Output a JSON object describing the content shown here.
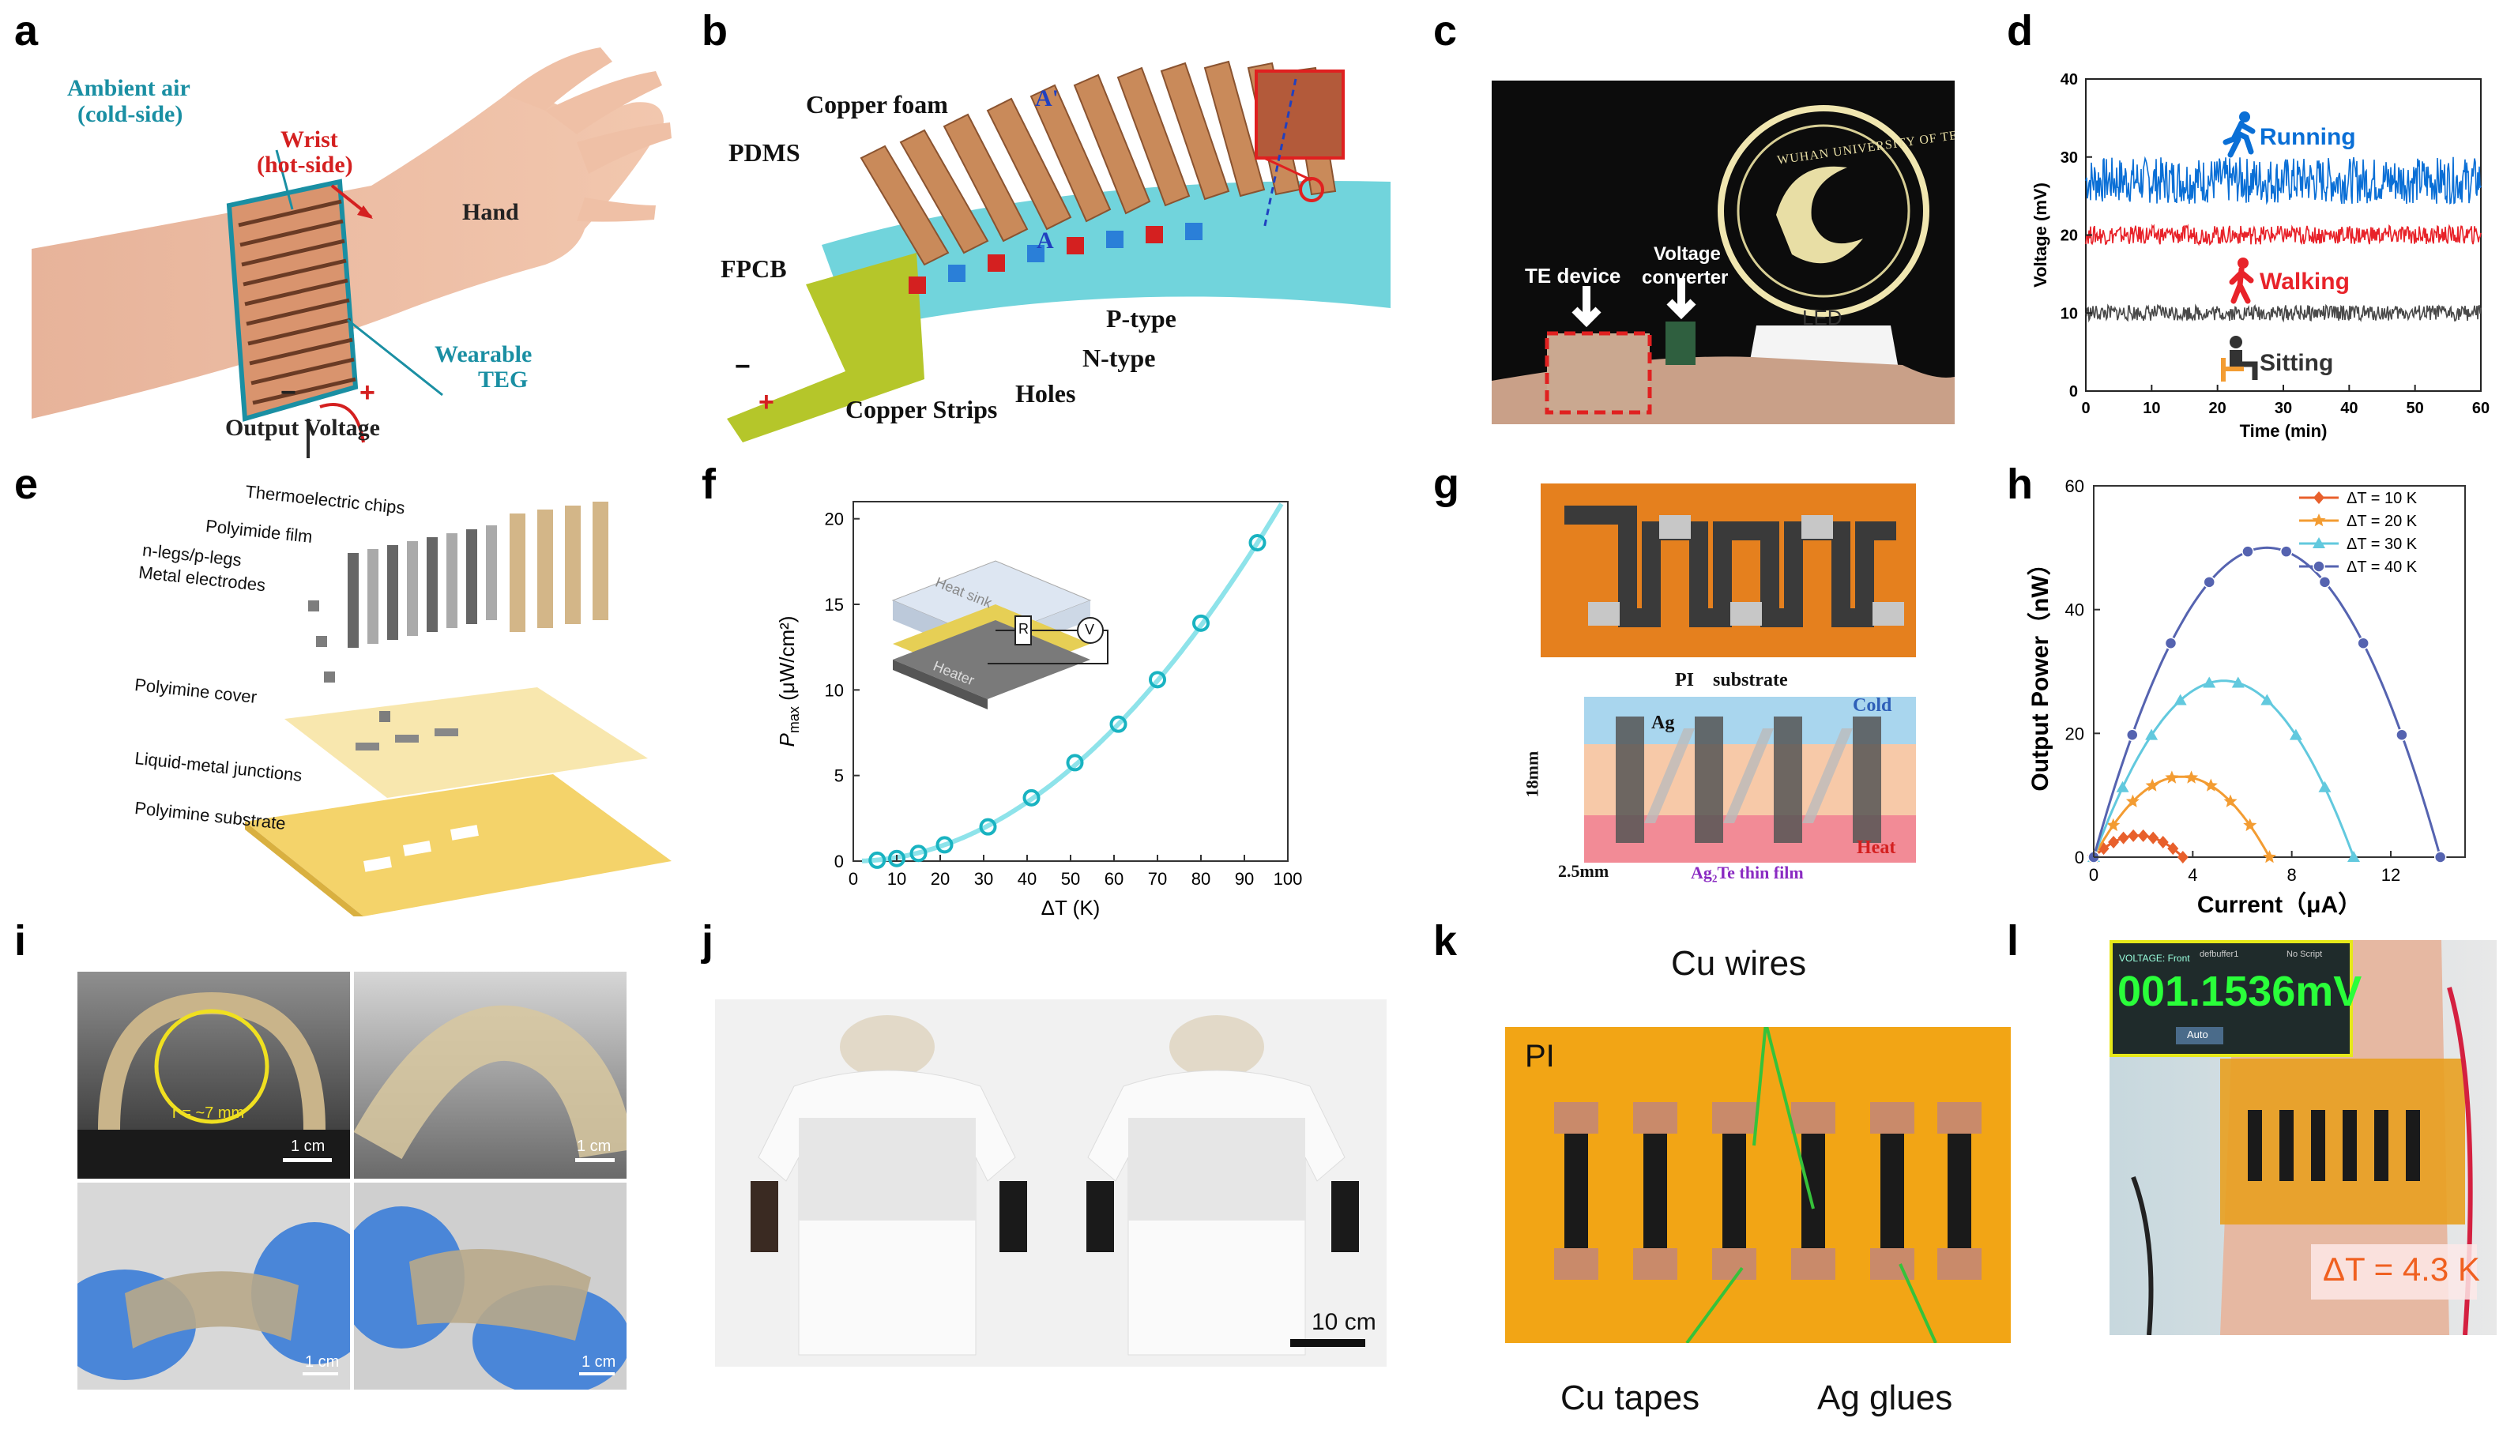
{
  "panel_labels": [
    "a",
    "b",
    "c",
    "d",
    "e",
    "f",
    "g",
    "h",
    "i",
    "j",
    "k",
    "l"
  ],
  "panel_a": {
    "ambient_air": "Ambient air",
    "cold_side": "(cold-side)",
    "wrist": "Wrist",
    "hot_side": "(hot-side)",
    "hand": "Hand",
    "wearable": "Wearable",
    "teg": "TEG",
    "output_voltage": "Output Voltage",
    "minus": "−",
    "plus": "+"
  },
  "panel_b": {
    "copper_foam": "Copper foam",
    "pdms": "PDMS",
    "a_prime": "A'",
    "a": "A",
    "fpcb": "FPCB",
    "p_type": "P-type",
    "n_type": "N-type",
    "holes": "Holes",
    "copper_strips": "Copper Strips",
    "minus": "−",
    "plus": "+"
  },
  "panel_c": {
    "te_device": "TE device",
    "voltage": "Voltage",
    "converter": "converter",
    "led": "LED",
    "logo_text": "WUHAN UNIVERSITY OF TECHNOLOGY"
  },
  "panel_e": {
    "labels": [
      "Thermoelectric chips",
      "Polyimide film",
      "n-legs/p-legs",
      "Metal electrodes",
      "Polyimine cover",
      "Liquid-metal junctions",
      "Polyimine substrate"
    ]
  },
  "panel_f_inset": {
    "heat_sink": "Heat sink",
    "heater": "Heater",
    "r": "R",
    "v": "V"
  },
  "panel_g": {
    "pi_substrate": "PI    substrate",
    "cold": "Cold",
    "ag": "Ag",
    "heat": "Heat",
    "dim_18": "18mm",
    "dim_25": "2.5mm",
    "film": "Ag₂Te thin film"
  },
  "panel_i": {
    "r_label": "r = ~7 mm",
    "scale": "1 cm"
  },
  "panel_j": {
    "scale": "10 cm"
  },
  "panel_k": {
    "cu_wires": "Cu wires",
    "pi": "PI",
    "cu_tapes": "Cu tapes",
    "ag_glues": "Ag glues"
  },
  "panel_l": {
    "voltage_label": "VOLTAGE: Front",
    "display": "001.1536mV",
    "delta_t": "ΔT = 4.3 K",
    "auto": "Auto",
    "buffer": "defbuffer1",
    "no_script": "No Script"
  },
  "colors": {
    "cyan": "#19b3c1",
    "blue": "#0a6fd6",
    "red": "#e8232a",
    "gray": "#4a4a4a",
    "orange": "#f39c32",
    "lightblue": "#62c9de",
    "navy": "#5563b0",
    "kapton": "#f2a515"
  },
  "chart_data": [
    {
      "id": "d",
      "type": "line",
      "xlabel": "Time (min)",
      "ylabel": "Voltage (mV)",
      "xlim": [
        0,
        60
      ],
      "ylim": [
        0,
        40
      ],
      "xticks": [
        0,
        10,
        20,
        30,
        40,
        50,
        60
      ],
      "yticks": [
        0,
        10,
        20,
        30,
        40
      ],
      "series": [
        {
          "name": "Running",
          "mean": 27,
          "amplitude": 3,
          "color": "#0a6fd6"
        },
        {
          "name": "Walking",
          "mean": 20,
          "amplitude": 1.2,
          "color": "#e8232a"
        },
        {
          "name": "Sitting",
          "mean": 10,
          "amplitude": 1.0,
          "color": "#4a4a4a"
        }
      ]
    },
    {
      "id": "f",
      "type": "scatter",
      "xlabel": "ΔT (K)",
      "ylabel_main": "P",
      "ylabel_sub": "max",
      "ylabel_unit": " (μW/cm²)",
      "xlim": [
        0,
        100
      ],
      "ylim": [
        0,
        21
      ],
      "xticks": [
        0,
        10,
        20,
        30,
        40,
        50,
        60,
        70,
        80,
        90,
        100
      ],
      "yticks": [
        0,
        5,
        10,
        15,
        20
      ],
      "x": [
        5.5,
        10,
        15,
        21,
        31,
        41,
        51,
        61,
        70,
        80,
        93
      ],
      "y": [
        0.05,
        0.15,
        0.45,
        0.95,
        2.0,
        3.7,
        5.75,
        8.0,
        10.6,
        13.9,
        18.6
      ],
      "fit_coeff": 0.00215,
      "color": "#19b3c1"
    },
    {
      "id": "h",
      "type": "line",
      "xlabel": "Current（μA）",
      "ylabel": "Output Power（nW）",
      "xlim": [
        0,
        15
      ],
      "ylim": [
        0,
        60
      ],
      "xticks": [
        0,
        4,
        8,
        12
      ],
      "yticks": [
        0,
        20,
        40,
        60
      ],
      "series": [
        {
          "name": "ΔT = 10 K",
          "isc": 3.6,
          "pmax": 3.5,
          "color": "#e8602c",
          "marker": "diamond"
        },
        {
          "name": "ΔT = 20 K",
          "isc": 7.1,
          "pmax": 13,
          "color": "#f39c32",
          "marker": "star"
        },
        {
          "name": "ΔT = 30 K",
          "isc": 10.5,
          "pmax": 28.5,
          "color": "#62c9de",
          "marker": "triangle"
        },
        {
          "name": "ΔT = 40 K",
          "isc": 14,
          "pmax": 50,
          "color": "#5563b0",
          "marker": "circle"
        }
      ]
    }
  ]
}
